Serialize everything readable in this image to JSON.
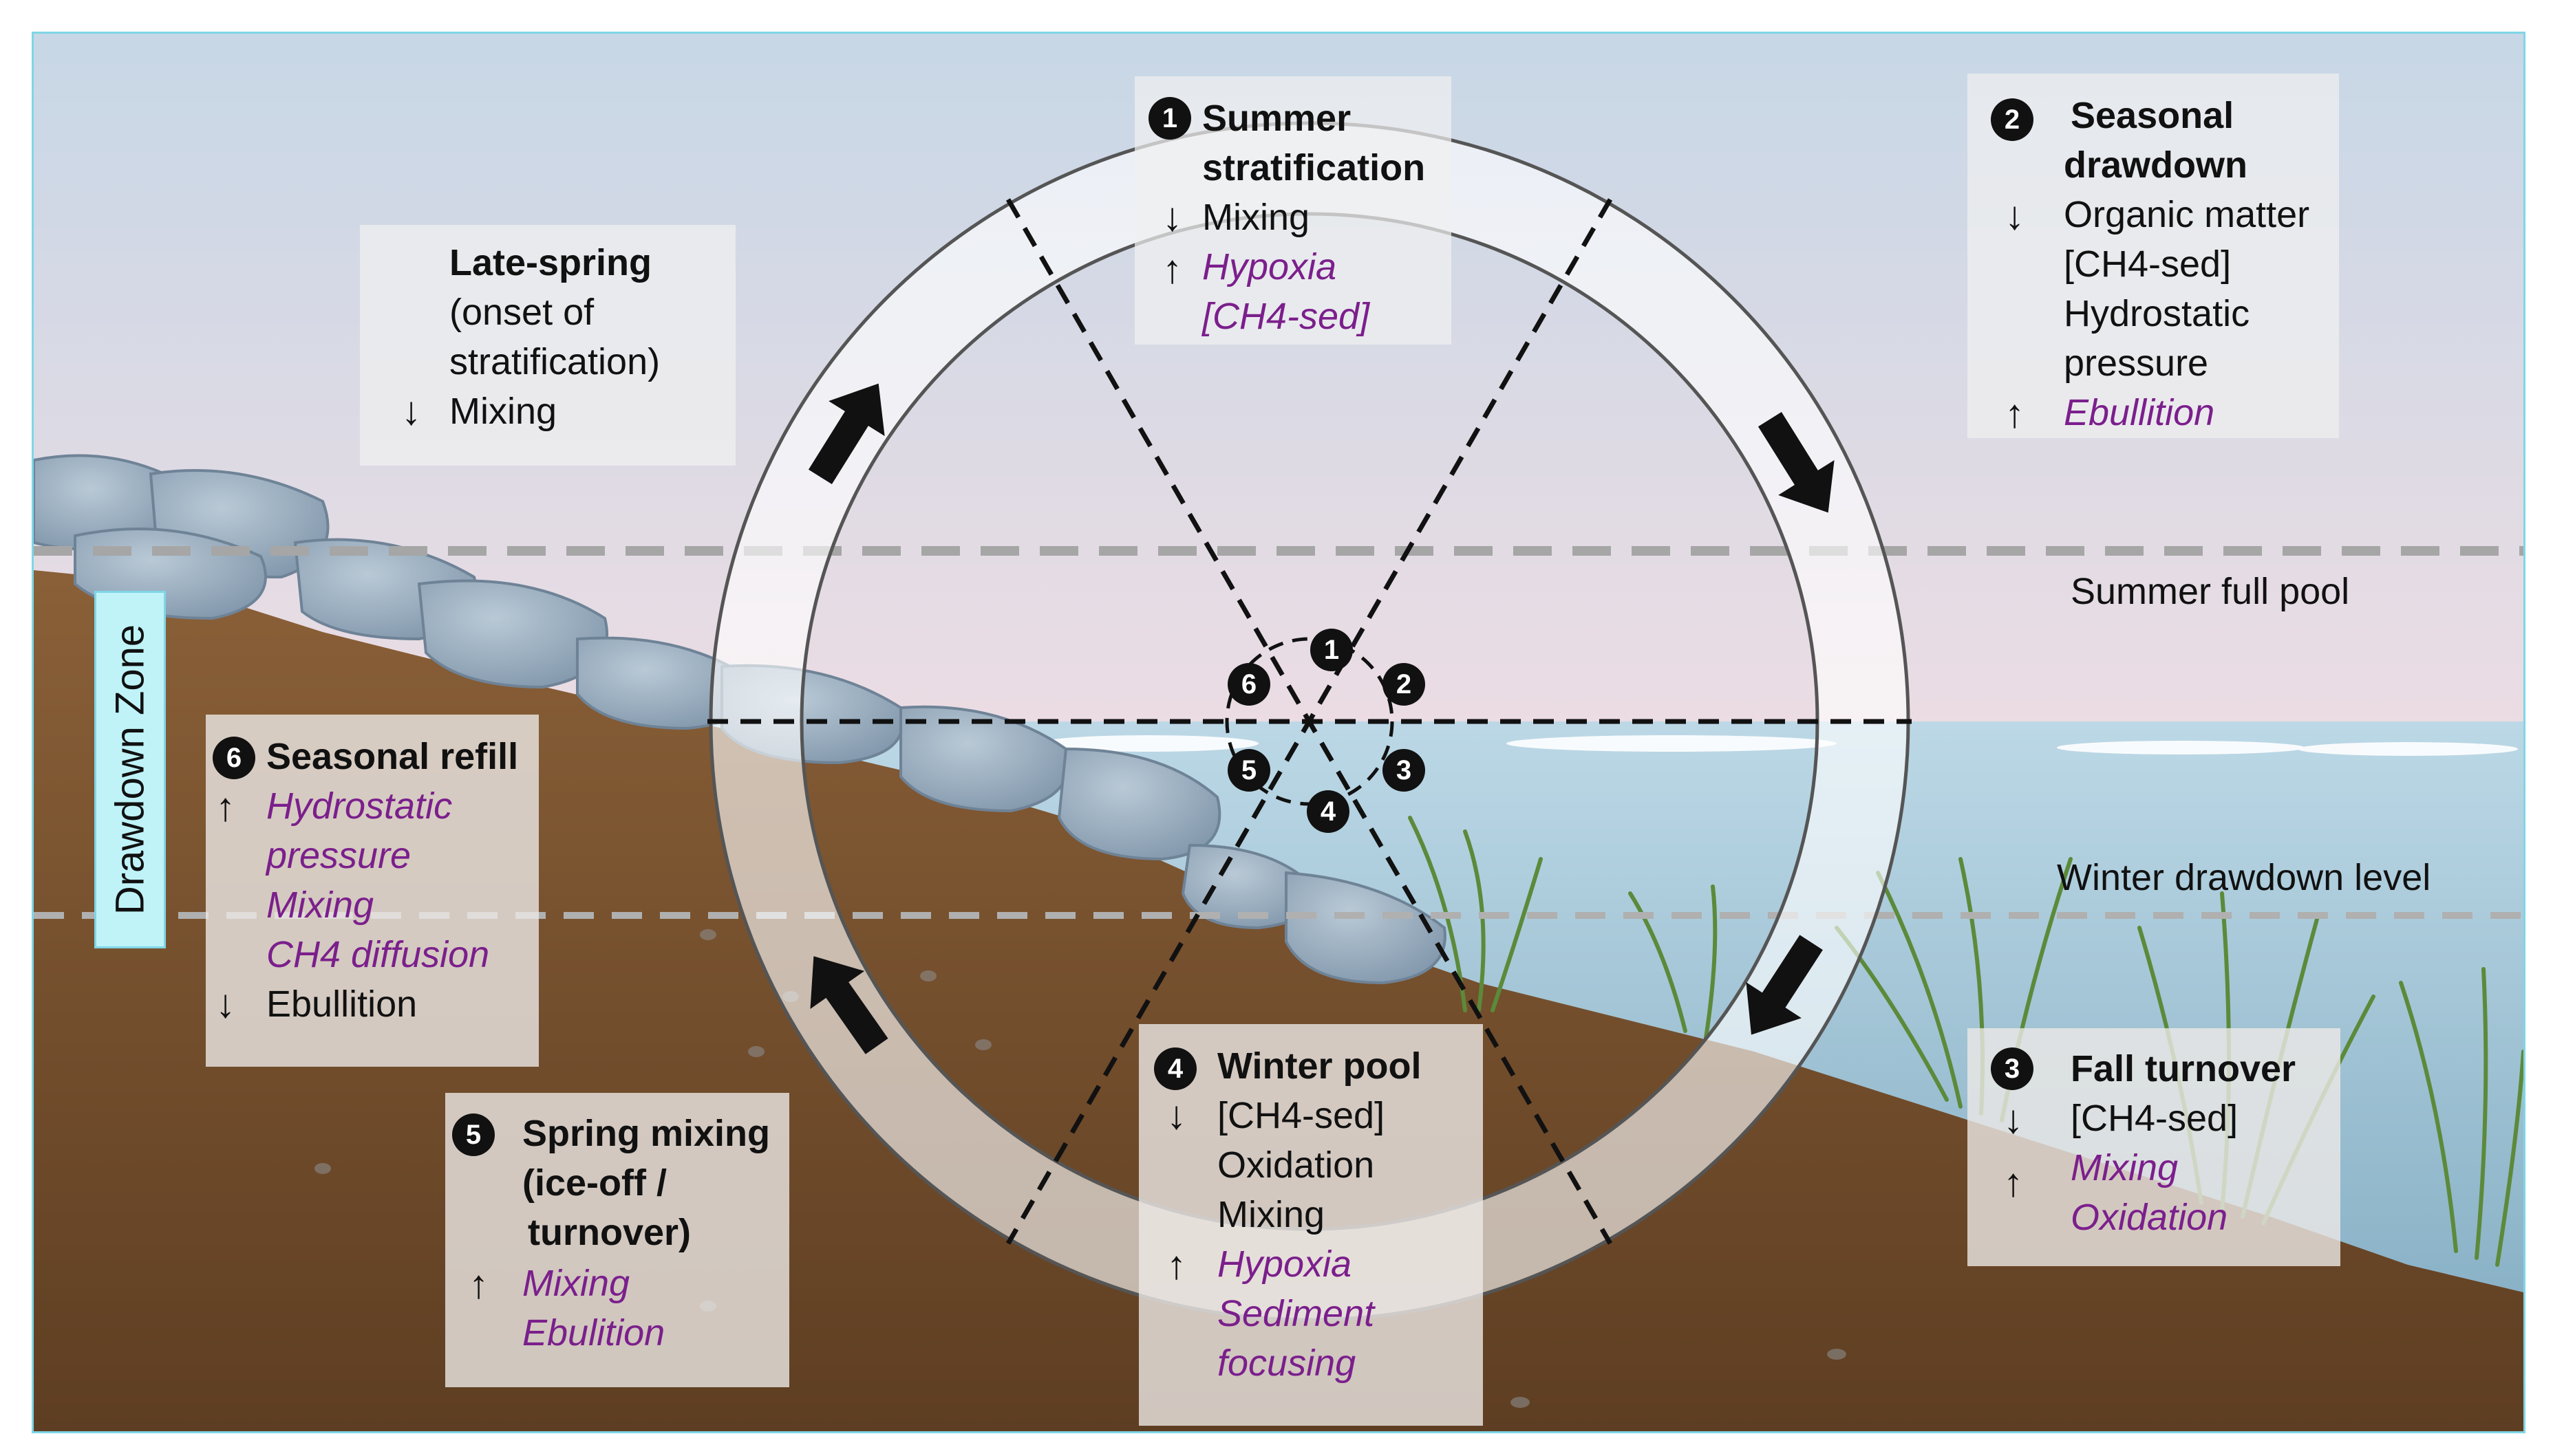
{
  "zone_label": "Drawdown Zone",
  "levels": {
    "summer": "Summer full pool",
    "winter": "Winter drawdown level"
  },
  "colors": {
    "sky_top": "#c9d8e6",
    "sky_bottom": "#f3dce2",
    "water": "#9cc4d6",
    "sediment": "#7a5230",
    "rock": "#8fa6ba",
    "grass": "#5c8a3a",
    "highlight_text": "#7b1f8c",
    "frame": "#7fd6e6"
  },
  "cycle_numbers": [
    "1",
    "2",
    "3",
    "4",
    "5",
    "6"
  ],
  "stages": {
    "summer": {
      "num": "1",
      "title1": "Summer",
      "title2": "stratification",
      "l1": "Mixing",
      "l2": "Hypoxia",
      "l3": "[CH4-sed]"
    },
    "drawdown": {
      "num": "2",
      "title1": "Seasonal",
      "title2": "drawdown",
      "l1": "Organic matter",
      "l2": "[CH4-sed]",
      "l3": "Hydrostatic",
      "l4": "pressure",
      "l5": "Ebullition"
    },
    "fall": {
      "num": "3",
      "title": "Fall turnover",
      "l1": "[CH4-sed]",
      "l2": "Mixing",
      "l3": "Oxidation"
    },
    "winter": {
      "num": "4",
      "title": "Winter pool",
      "l1": "[CH4-sed]",
      "l2": "Oxidation",
      "l3": "Mixing",
      "l4": "Hypoxia",
      "l5": "Sediment",
      "l6": "focusing"
    },
    "spring": {
      "num": "5",
      "title1": "Spring mixing",
      "title2": "(ice-off /",
      "title3": "turnover)",
      "l1": "Mixing",
      "l2": "Ebulition"
    },
    "refill": {
      "num": "6",
      "title": "Seasonal refill",
      "l1": "Hydrostatic",
      "l2": "pressure",
      "l3": "Mixing",
      "l4": "CH4 diffusion",
      "l5": "Ebullition"
    },
    "latespring": {
      "title1": "Late-spring",
      "title2": "(onset of",
      "title3": "stratification)",
      "l1": "Mixing"
    }
  }
}
